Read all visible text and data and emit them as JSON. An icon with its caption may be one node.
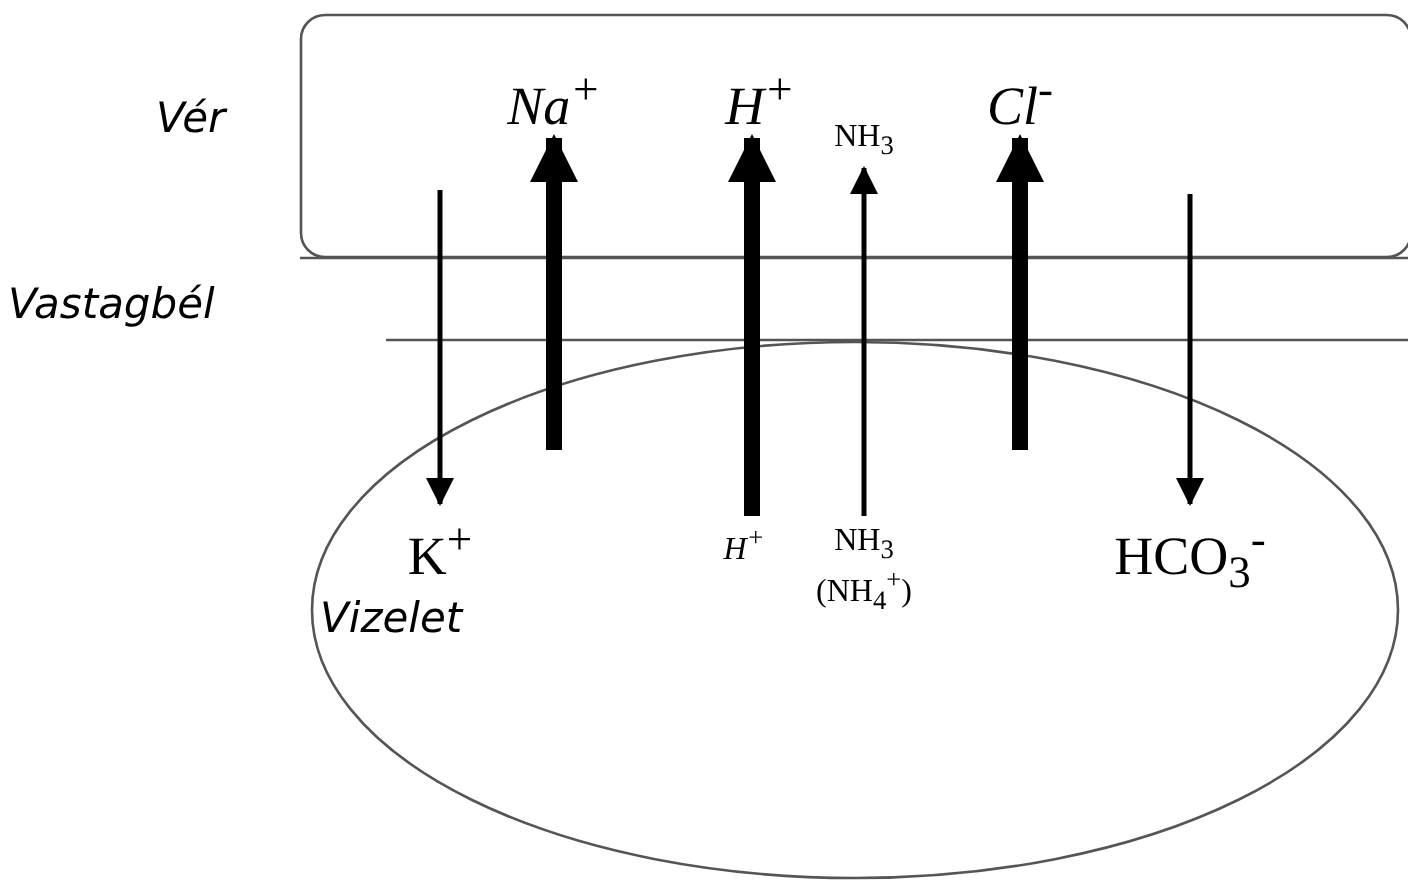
{
  "diagram": {
    "nodes": [
      {
        "text": [
          "Vér"
        ]
      },
      {
        "text": [
          "Na$^{+}$"
        ],
        "in": 0
      },
      {
        "text": [
          "H$^{+}$"
        ],
        "in": 0
      },
      {
        "text": [
          "NH$_{3}$"
        ],
        "in": 0
      },
      {
        "text": [
          "Cl$^{-}$"
        ],
        "in": 0
      },
      {
        "text": [
          "Vizelet"
        ]
      },
      {
        "text": [
          "K$^{+}$"
        ],
        "in": 5
      },
      {
        "text": [
          "H$^{+}$"
        ],
        "in": 5
      },
      {
        "text": [
          "NH$_{3}$ (NH$_{4}$$^{+}$)"
        ],
        "in": 5
      },
      {
        "text": [
          "HCO$_{3}$$^{-}$"
        ],
        "in": 5
      }
    ],
    "edges": [
      {
        "from": null,
        "to": 6,
        "arrow": "to"
      },
      {
        "from": null,
        "to": 1,
        "arrow": "to",
        "style": "thick"
      },
      {
        "from": 7,
        "to": 2,
        "arrow": "to",
        "style": "thick"
      },
      {
        "from": 8,
        "to": 3,
        "arrow": "to"
      },
      {
        "from": null,
        "to": 4,
        "arrow": "to",
        "style": "thick"
      },
      {
        "from": null,
        "to": 9,
        "arrow": "to"
      }
    ],
    "labels": [
      "Vastagbél"
    ]
  }
}
